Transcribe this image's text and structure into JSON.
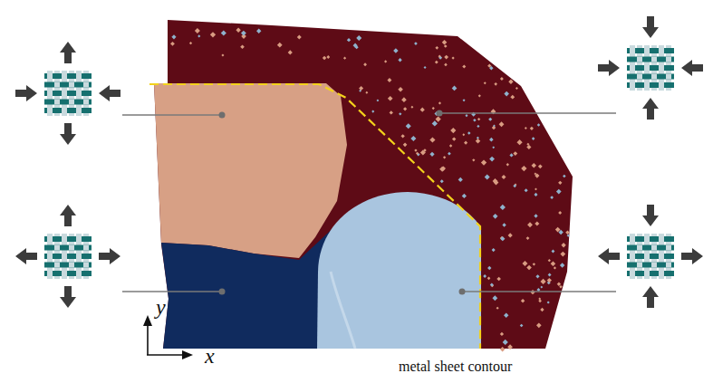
{
  "diagram": {
    "labels": [
      "y",
      "x",
      "metal sheet contour"
    ]
  }
}
